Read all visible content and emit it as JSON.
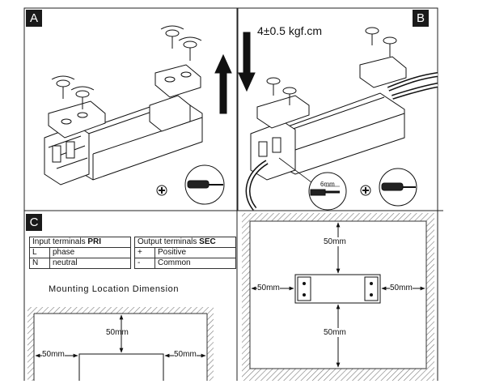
{
  "panels": {
    "a": {
      "letter": "A"
    },
    "b": {
      "letter": "B",
      "torque": "4±0.5 kgf.cm",
      "wire_strip": "6mm"
    },
    "c": {
      "letter": "C"
    }
  },
  "primary_table": {
    "header_text": "Input terminals ",
    "header_bold": "PRI",
    "rows": [
      {
        "symbol": "L",
        "name": "phase"
      },
      {
        "symbol": "N",
        "name": "neutral"
      }
    ]
  },
  "secondary_table": {
    "header_text": "Output terminals ",
    "header_bold": "SEC",
    "rows": [
      {
        "symbol": "+",
        "name": "Positive"
      },
      {
        "symbol": "-",
        "name": "Common"
      }
    ]
  },
  "mounting": {
    "title": "Mounting Location Dimension",
    "left_top": "50mm",
    "left_left": "50mm",
    "left_right": "50mm",
    "right_top": "50mm",
    "right_left": "50mm",
    "right_right": "50mm",
    "right_bottom": "50mm"
  }
}
